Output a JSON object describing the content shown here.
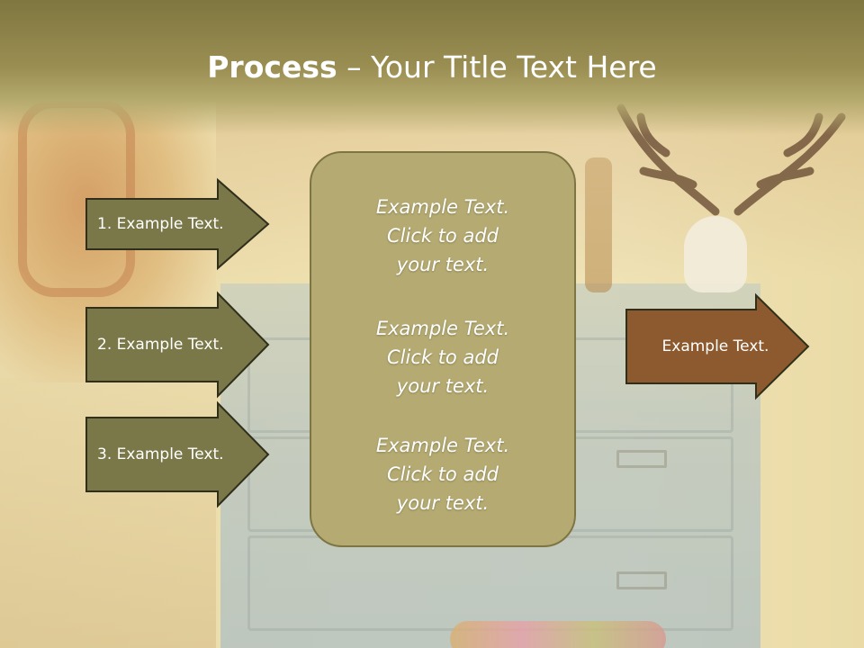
{
  "title": {
    "bold": "Process",
    "rest": " – Your Title Text Here"
  },
  "left_arrows": [
    {
      "label": "1. Example Text."
    },
    {
      "label": "2. Example Text."
    },
    {
      "label": "3. Example Text."
    }
  ],
  "center_box": {
    "items": [
      {
        "line1": "Example Text.",
        "line2": "Click  to add",
        "line3": "your text."
      },
      {
        "line1": "Example Text.",
        "line2": "Click  to add",
        "line3": "your text."
      },
      {
        "line1": "Example Text.",
        "line2": "Click  to add",
        "line3": "your text."
      }
    ]
  },
  "right_arrow": {
    "label": "Example Text."
  },
  "colors": {
    "header": "#9a8e52",
    "arrow_fill": "#7a7848",
    "arrow_stroke": "#2f2f1c",
    "center_fill": "#b5ab72",
    "right_arrow_fill": "#8c5a2e"
  }
}
